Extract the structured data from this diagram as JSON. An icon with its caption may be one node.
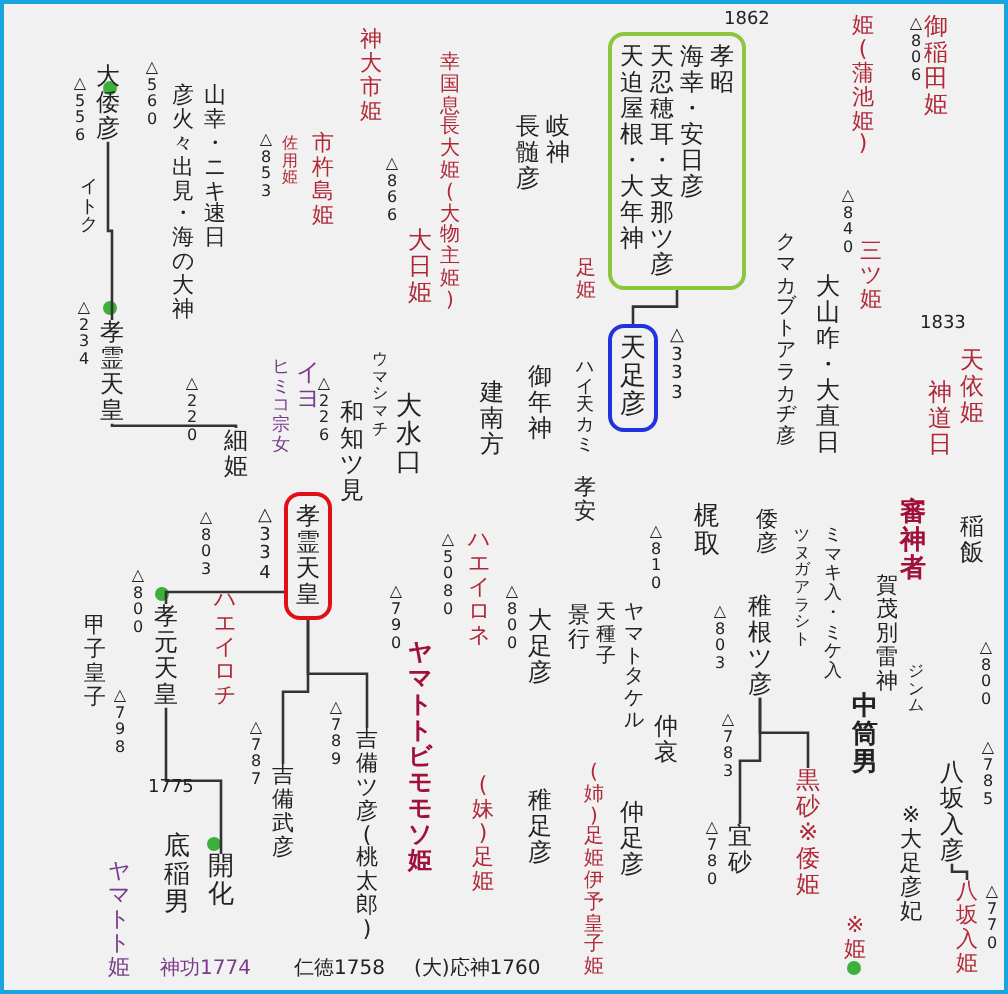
{
  "diagram": {
    "nodes": [
      {
        "text": [
          "大倭彦"
        ]
      },
      {
        "text": [
          "孝霊天皇"
        ]
      },
      {
        "text": [
          "山幸・ニキ速日"
        ]
      },
      {
        "text": [
          "彦火々出見・海の大神"
        ]
      },
      {
        "text": [
          "神大市姫"
        ]
      },
      {
        "text": [
          "市杵島姫"
        ]
      },
      {
        "text": [
          "幸国息長大姫(大物主姫)"
        ]
      },
      {
        "text": [
          "大日姫"
        ]
      },
      {
        "text": [
          "大水口"
        ]
      },
      {
        "text": [
          "和知ツ見"
        ]
      },
      {
        "text": [
          "ヒミコ宗女",
          "イヨ"
        ]
      },
      {
        "text": [
          "細姫"
        ]
      },
      {
        "text": [
          "孝霊天皇"
        ],
        "beside": [
          "△334"
        ]
      },
      {
        "text": [
          "ハエイロネ"
        ]
      },
      {
        "text": [
          "ハエイロチ"
        ]
      },
      {
        "text": [
          "孝元天皇"
        ]
      },
      {
        "text": [
          "甲子皇子"
        ]
      },
      {
        "text": [
          "吉備武彦"
        ]
      },
      {
        "text": [
          "吉備ツ彦(桃太郎)"
        ]
      },
      {
        "text": [
          "ヤマトトビモモソ姫"
        ]
      },
      {
        "text": [
          "(妹)足姫"
        ]
      },
      {
        "text": [
          "底稲男"
        ]
      },
      {
        "text": [
          "開化"
        ]
      },
      {
        "text": [
          "ヤマトト姫"
        ]
      },
      {
        "text": [
          "建南方"
        ]
      },
      {
        "text": [
          "天迫屋根・大年神",
          "天忍穂耳・支那ツ彦",
          "海幸・安日彦",
          "孝昭"
        ],
        "beside": [
          "1862"
        ]
      },
      {
        "text": [
          "天足彦"
        ],
        "beside": [
          "△333"
        ]
      },
      {
        "text": [
          "長髄彦",
          "岐神"
        ]
      },
      {
        "text": [
          "足姫"
        ]
      },
      {
        "text": [
          "御年神"
        ],
        "beside": [
          "ハイ天カミ"
        ]
      },
      {
        "text": [
          "孝安"
        ]
      },
      {
        "text": [
          "大山咋・大直日"
        ]
      },
      {
        "text": [
          "クマカブトアラカヂ彦"
        ]
      },
      {
        "text": [
          "三ツ姫"
        ]
      },
      {
        "text": [
          "天依姫"
        ],
        "beside": [
          "1833"
        ]
      },
      {
        "text": [
          "神道日"
        ]
      },
      {
        "text": [
          "御稲田姫"
        ]
      },
      {
        "text": [
          "姫(蒲池姫)"
        ]
      },
      {
        "text": [
          "梶取"
        ]
      },
      {
        "text": [
          "倭彦"
        ]
      },
      {
        "text": [
          "審神者"
        ]
      },
      {
        "text": [
          "稲飯"
        ]
      },
      {
        "text": [
          "ヤマトタケル"
        ]
      },
      {
        "text": [
          "景行"
        ]
      },
      {
        "text": [
          "大足彦"
        ]
      },
      {
        "text": [
          "稚根ツ彦"
        ]
      },
      {
        "text": [
          "中筒男"
        ]
      },
      {
        "text": [
          "賀茂別雷神"
        ]
      },
      {
        "text": [
          "稚足彦"
        ]
      },
      {
        "text": [
          "仲哀"
        ]
      },
      {
        "text": [
          "仲足彦"
        ]
      },
      {
        "text": [
          "(姉)足姫伊予皇子姫"
        ]
      },
      {
        "text": [
          "宜砂"
        ]
      },
      {
        "text": [
          "黒砂※倭姫"
        ]
      },
      {
        "text": [
          "八坂入彦"
        ]
      },
      {
        "text": [
          "※大足彦妃"
        ]
      },
      {
        "text": [
          "※姫"
        ]
      },
      {
        "text": [
          "八坂入姫"
        ]
      }
    ],
    "edges": [
      {
        "from": 0,
        "to": 1,
        "arrow": "none"
      },
      {
        "from": 1,
        "to": 11,
        "arrow": "none"
      },
      {
        "from": 12,
        "to": 15,
        "arrow": "none"
      },
      {
        "from": 15,
        "to": 22,
        "arrow": "none"
      },
      {
        "from": 12,
        "to": 17,
        "arrow": "none"
      },
      {
        "from": 12,
        "to": 18,
        "arrow": "none"
      },
      {
        "from": 25,
        "to": 26,
        "arrow": "none"
      },
      {
        "from": 45,
        "to": 52,
        "arrow": "none"
      },
      {
        "from": 45,
        "to": 53,
        "arrow": "none"
      },
      {
        "from": 54,
        "to": 57,
        "arrow": "none"
      }
    ],
    "labels": [
      "イトク",
      "△556",
      "△560",
      "佐用姫",
      "△853",
      "△866",
      "△234",
      "ウマシマチ",
      "△226",
      "△220",
      "△5080",
      "△803",
      "△800",
      "△798",
      "△790",
      "△787",
      "△789",
      "1775",
      "△840",
      "△806",
      "天種子",
      "△800",
      "△810",
      "△803",
      "ミマキ入・ミケ入",
      "ツヌガアラシト",
      "ジンム",
      "△785",
      "△783",
      "△780",
      "△770",
      "△800",
      "神功1774",
      "仁徳1758",
      "(大)応神1760"
    ]
  }
}
